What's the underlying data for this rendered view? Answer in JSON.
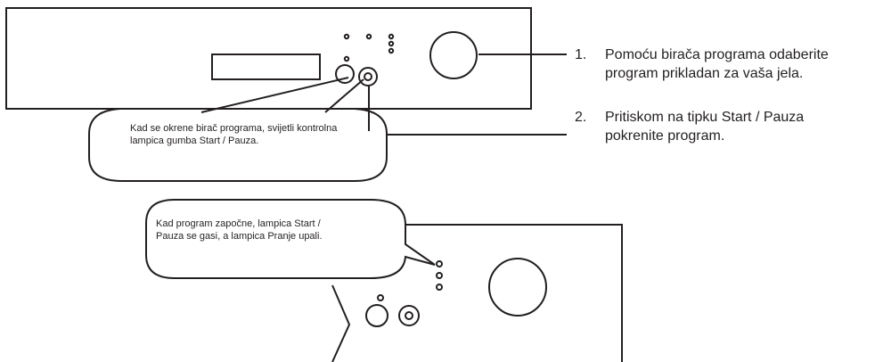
{
  "callouts": {
    "top": "Kad se okrene birač programa, svijetli kontrolna lampica gumba Start / Pauza.",
    "bottom": "Kad program započne, lampica Start / Pauza se gasi, a lampica Pranje upali."
  },
  "steps": [
    {
      "number": "1.",
      "text": "Pomoću birača programa odaberite program prikladan za vaša jela."
    },
    {
      "number": "2.",
      "text": "Pritiskom na tipku Start / Pauza pokrenite program."
    }
  ],
  "colors": {
    "line": "#231f20",
    "background": "#ffffff"
  }
}
